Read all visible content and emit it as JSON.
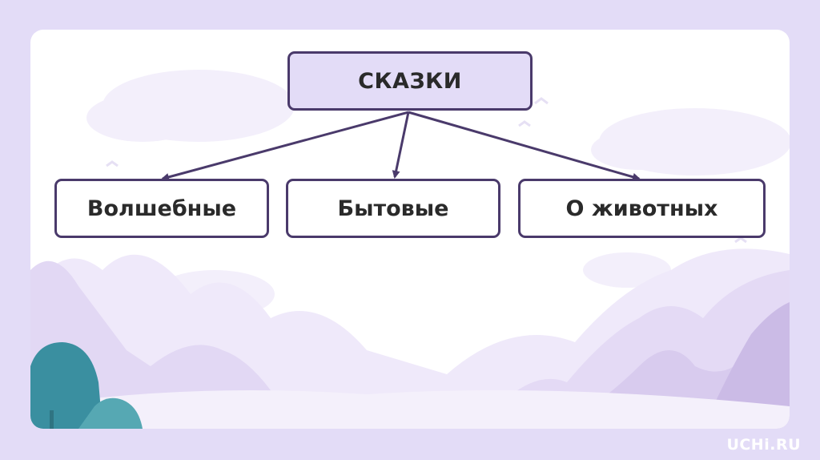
{
  "diagram": {
    "root": "СКАЗКИ",
    "children": [
      "Волшебные",
      "Бытовые",
      "О животных"
    ]
  },
  "brand": {
    "logo_text": "UCHi.RU"
  },
  "colors": {
    "frame": "#e3dcf7",
    "root_fill": "#e3dcf7",
    "border": "#4a3a6b",
    "text": "#2a2a2a"
  }
}
